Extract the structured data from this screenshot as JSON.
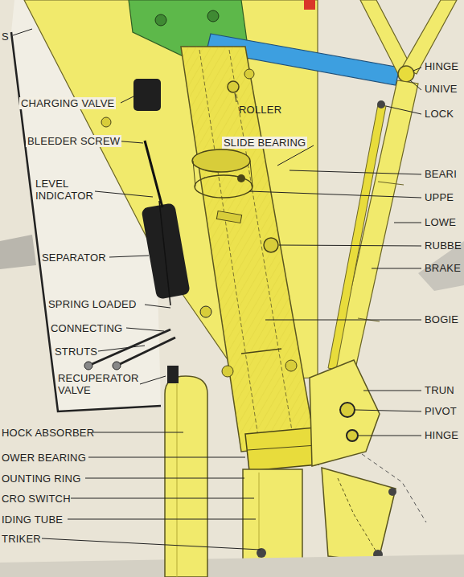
{
  "diagram": {
    "labels": [
      "S",
      "CHARGING VALVE",
      "BLEEDER SCREW",
      "LEVEL INDICATOR",
      "SEPARATOR",
      "SPRING LOADED",
      "CONNECTING",
      "STRUTS",
      "RECUPERATOR VALVE",
      "HOCK ABSORBER",
      "OWER BEARING",
      "OUNTING RING",
      "CRO SWITCH",
      "IDING TUBE",
      "TRIKER",
      "ROLLER",
      "SLIDE BEARING",
      "HINGE",
      "UNIVE",
      "LOCK",
      "BEARI",
      "UPPE",
      "LOWE",
      "RUBBE",
      "BRAKE",
      "BOGIE",
      "TRUN",
      "PIVOT",
      "HINGE"
    ]
  }
}
